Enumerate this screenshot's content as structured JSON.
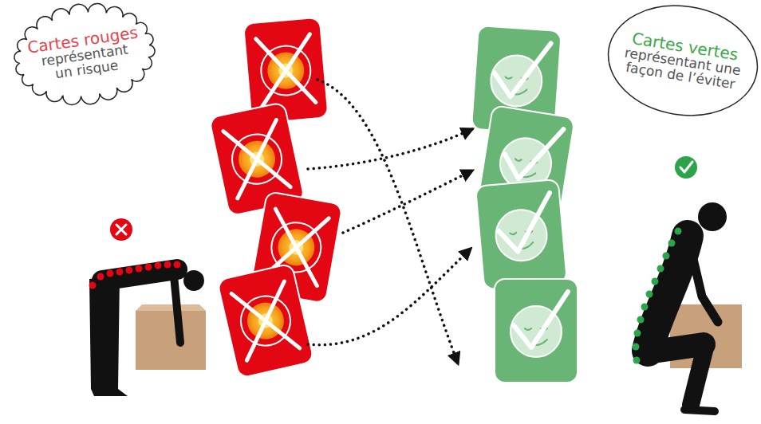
{
  "diagram": {
    "nodes": [
      {
        "text": [
          "Cartes rouges",
          "représentant un risque"
        ]
      },
      {
        "text": [
          "Cartes vertes",
          "représentant une façon de l’éviter"
        ]
      }
    ]
  }
}
